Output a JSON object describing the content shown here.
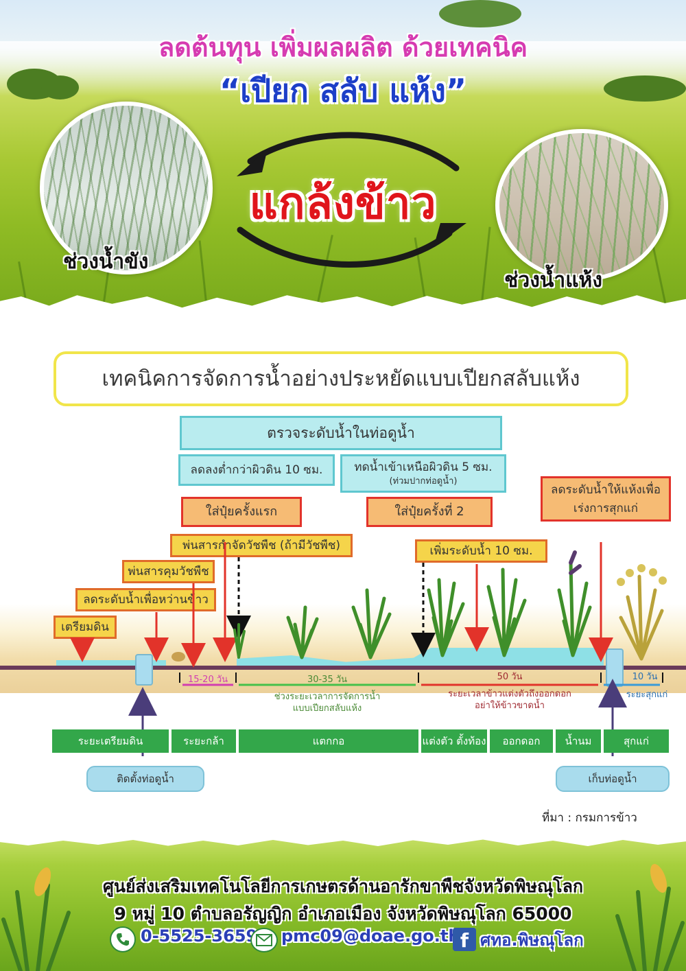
{
  "header": {
    "title_line1": "ลดต้นทุน เพิ่มผลผลิต ด้วยเทคนิค",
    "title_line2": "“เปียก สลับ แห้ง”",
    "center_word": "แกล้งข้าว",
    "wet_label": "ช่วงน้ำขัง",
    "dry_label": "ช่วงน้ำแห้ง"
  },
  "diagram": {
    "title": "เทคนิคการจัดการน้ำอย่างประหยัดแบบเปียกสลับแห้ง",
    "check_water": "ตรวจระดับน้ำในท่อดูน้ำ",
    "lower_below": "ลดลงต่ำกว่าผิวดิน 10 ซม.",
    "flood_above": "ทดน้ำเข้าเหนือผิวดิน 5 ซม.",
    "flood_above_note": "(ท่วมปากท่อดูน้ำ)",
    "fert1": "ใส่ปุ๋ยครั้งแรก",
    "fert2": "ใส่ปุ๋ยครั้งที่ 2",
    "drain_line1": "ลดระดับน้ำให้แห้งเพื่อ",
    "drain_line2": "เร่งการสุกแก่",
    "spray_weed": "พ่นสารกำจัดวัชพืช (ถ้ามีวัชพืช)",
    "raise_water": "เพิ่มระดับน้ำ  10 ซม.",
    "spray_control": "พ่นสารคุมวัชพืช",
    "lower_sow": "ลดระดับน้ำเพื่อหว่านข้าว",
    "prepare_soil": "เตรียมดิน",
    "periods": {
      "p1": "15-20 วัน",
      "p2": "30-35 วัน",
      "p2_desc_1": "ช่วงระยะเวลาการจัดการน้ำ",
      "p2_desc_2": "แบบเปียกสลับแห้ง",
      "p3": "50 วัน",
      "p3_desc_1": "ระยะเวลาข้าวแต่งตัวถึงออกดอก",
      "p3_desc_2": "อย่าให้ข้าวขาดน้ำ",
      "p4": "10 วัน",
      "p4_desc": "ระยะสุกแก่"
    },
    "stages": [
      "ระยะเตรียมดิน",
      "ระยะกล้า",
      "แตกกอ",
      "แต่งตัว ตั้งท้อง",
      "ออกดอก",
      "น้ำนม",
      "สุกแก่"
    ],
    "install_pipe": "ติดตั้งท่อดูน้ำ",
    "remove_pipe": "เก็บท่อดูน้ำ",
    "source": "ที่มา : กรมการข้าว"
  },
  "footer": {
    "org": "ศูนย์ส่งเสริมเทคโนโลยีการเกษตรด้านอารักขาพืชจังหวัดพิษณุโลก",
    "address": "9 หมู่ 10 ตำบลอรัญญิก อำเภอเมือง จังหวัดพิษณุโลก 65000",
    "phone": "0-5525-3659",
    "email": "pmc09@doae.go.th",
    "facebook": "ศทอ.พิษณุโลก"
  },
  "icons": {
    "phone": "phone-icon",
    "email": "email-icon",
    "facebook": "facebook-icon"
  },
  "colors": {
    "title_pink": "#d63bb1",
    "title_blue": "#1d3fc8",
    "center_red": "#e0151b",
    "stage_green": "#33a74a",
    "cyan_box": "#b9ecef",
    "orange_box": "#f6bb74",
    "yellow_box": "#f5d44a"
  }
}
